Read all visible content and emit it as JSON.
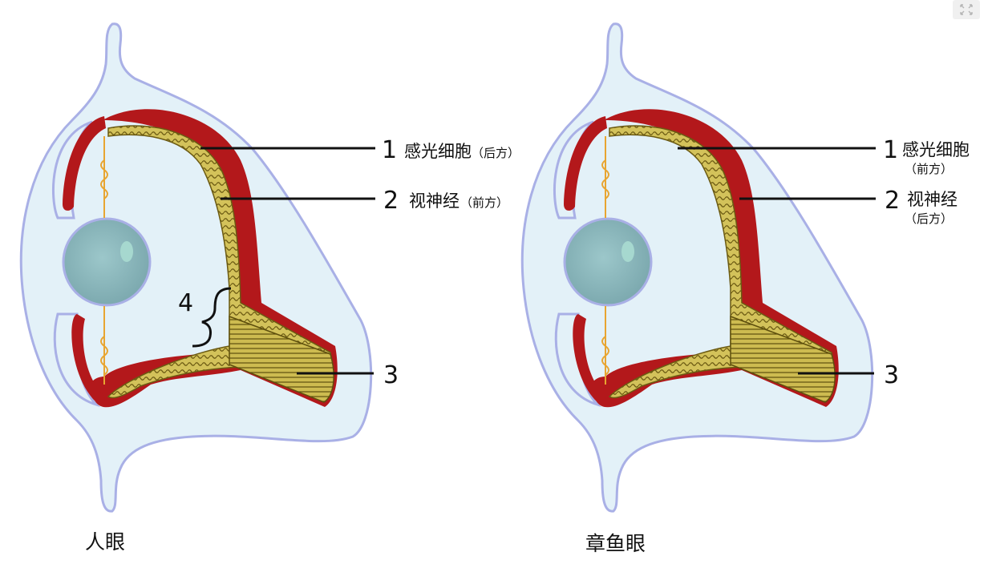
{
  "human_eye": {
    "caption": "人眼",
    "label_1": {
      "num": "1",
      "text": "感光细胞",
      "note": "（后方）"
    },
    "label_2": {
      "num": "2",
      "text": "视神经",
      "note": "（前方）"
    },
    "label_3": {
      "num": "3"
    },
    "label_4": {
      "num": "4"
    }
  },
  "octopus_eye": {
    "caption": "章鱼眼",
    "label_1": {
      "num": "1",
      "text": "感光细胞",
      "note": "（前方）"
    },
    "label_2": {
      "num": "2",
      "text": "视神经",
      "note": "（后方）"
    },
    "label_3": {
      "num": "3"
    }
  },
  "colors": {
    "outer_fill": "#e3f1f8",
    "outer_stroke": "#a9b0e6",
    "choroid": "#b3181b",
    "retina": "#c9b84a",
    "retina_dark": "#6b5a12",
    "photoreceptor_glow": "#fbe7a2",
    "lens": "#8fbcc0",
    "ligament": "#e8a531"
  },
  "icons": {
    "expand": "expand-icon"
  }
}
